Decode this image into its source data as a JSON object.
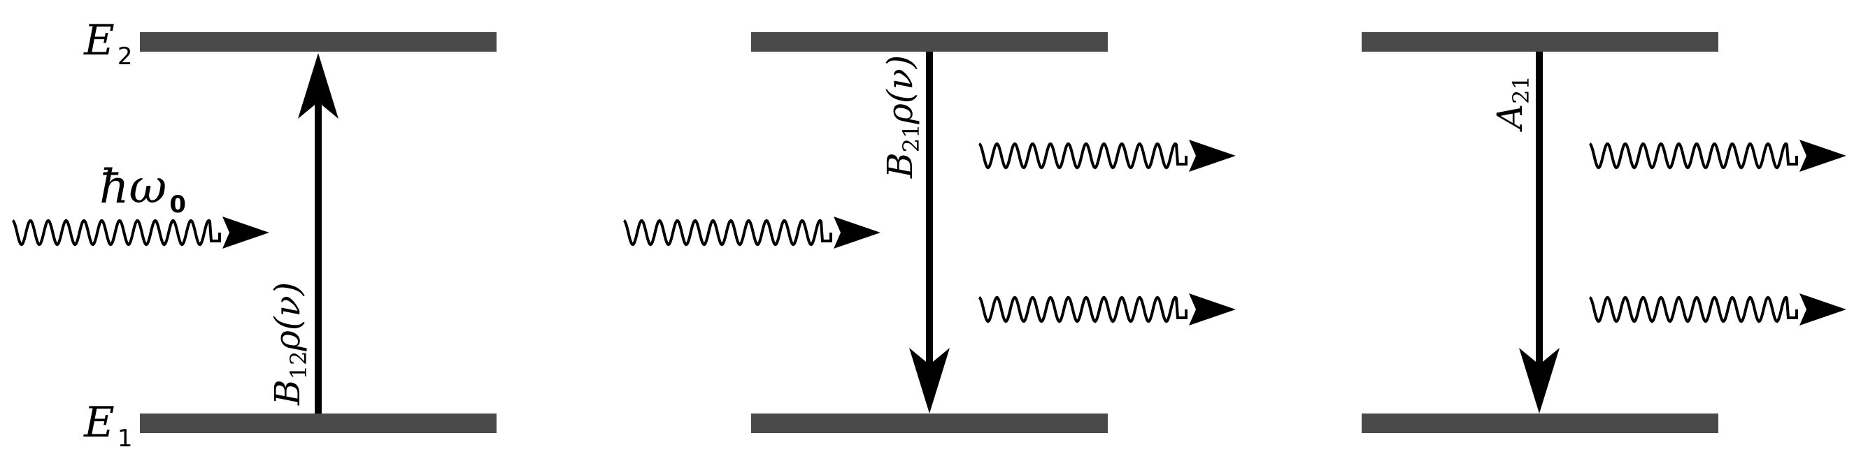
{
  "levels": {
    "upper": {
      "symbol": "E",
      "sub": "2"
    },
    "lower": {
      "symbol": "E",
      "sub": "1"
    }
  },
  "photon_label": {
    "hbar": "ħ",
    "omega": "ω",
    "sub": "0"
  },
  "panels": [
    {
      "coef_symbol": "B",
      "coef_sub": "12",
      "coef_rest": "ρ(ν)"
    },
    {
      "coef_symbol": "B",
      "coef_sub": "21",
      "coef_rest": "ρ(ν)"
    },
    {
      "coef_symbol": "A",
      "coef_sub": "21",
      "coef_rest": ""
    }
  ],
  "colors": {
    "level_bar": "#4a4a4a",
    "ink": "#000000"
  }
}
